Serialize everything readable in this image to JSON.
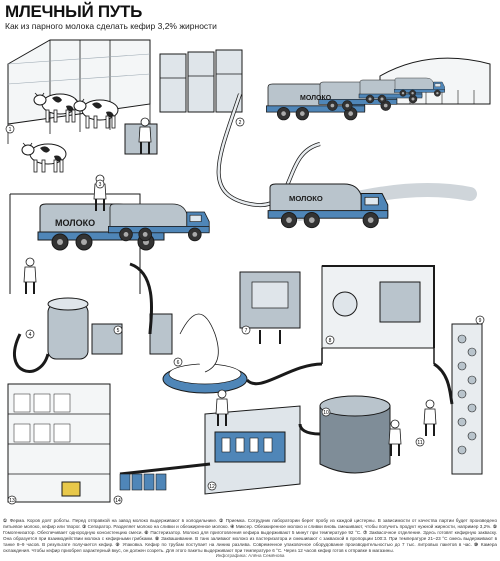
{
  "header": {
    "title": "МЛЕЧНЫЙ ПУТЬ",
    "subtitle": "Как из парного молока сделать кефир 3,2% жирности"
  },
  "truck_label": "МОЛОКО",
  "step_numbers": [
    "1",
    "2",
    "3",
    "4",
    "5",
    "6",
    "7",
    "8",
    "9",
    "10",
    "11",
    "12",
    "13",
    "14"
  ],
  "legend": {
    "items": [
      "Ферма. Коров доят роботы. Перед отправкой на завод молоко выдерживают в холодильнике.",
      "Приемка. Сотрудник лаборатории берет пробу из каждой цистерны. В зависимости от качества партии будет произведено питьевое молоко, кефир или творог.",
      "Сепаратор. Разделяет молоко на сливки и обезжиренное молоко.",
      "Миксер. Обезжиренное молоко и сливки вновь смешивают, чтобы получить продукт нужной жирности, например 3,2%.",
      "Гомогенизатор. Обеспечивает однородную консистенцию смеси.",
      "Пастеризатор. Молоко для приготовления кефира выдерживают 5 минут при температуре 92 °С.",
      "Заквасочное отделение. Здесь готовят кефирную закваску. Она образуется при взаимодействии молока с кефирными грибками.",
      "Заквашивание. В танк заливают молоко из пастеризатора и смешивают с закваской в пропорции 100:3. При температуре 21–23 °С смесь выдерживают в танке 8–9 часов. В результате получается кефир.",
      "Упаковка. Кефир по трубам поступает на линию разлива. Современное упаковочное оборудование производительностью до 7 тыс. литровых пакетов в час.",
      "Камера охлаждения. Чтобы кефир приобрел характерный вкус, он должен созреть. Для этого пакеты выдерживают при температуре 6 °С. Через 12 часов кефир готов к отправке в магазины."
    ]
  },
  "credit": "Инфографика: Алёна Семёнова",
  "colors": {
    "truck": "#4f86b8",
    "steel": "#b9c4cc",
    "steel_dark": "#7f8d98",
    "ink": "#1a1a1a",
    "pipe": "#e8ecef",
    "milk": "#ffffff",
    "cow_spot": "#222222"
  }
}
